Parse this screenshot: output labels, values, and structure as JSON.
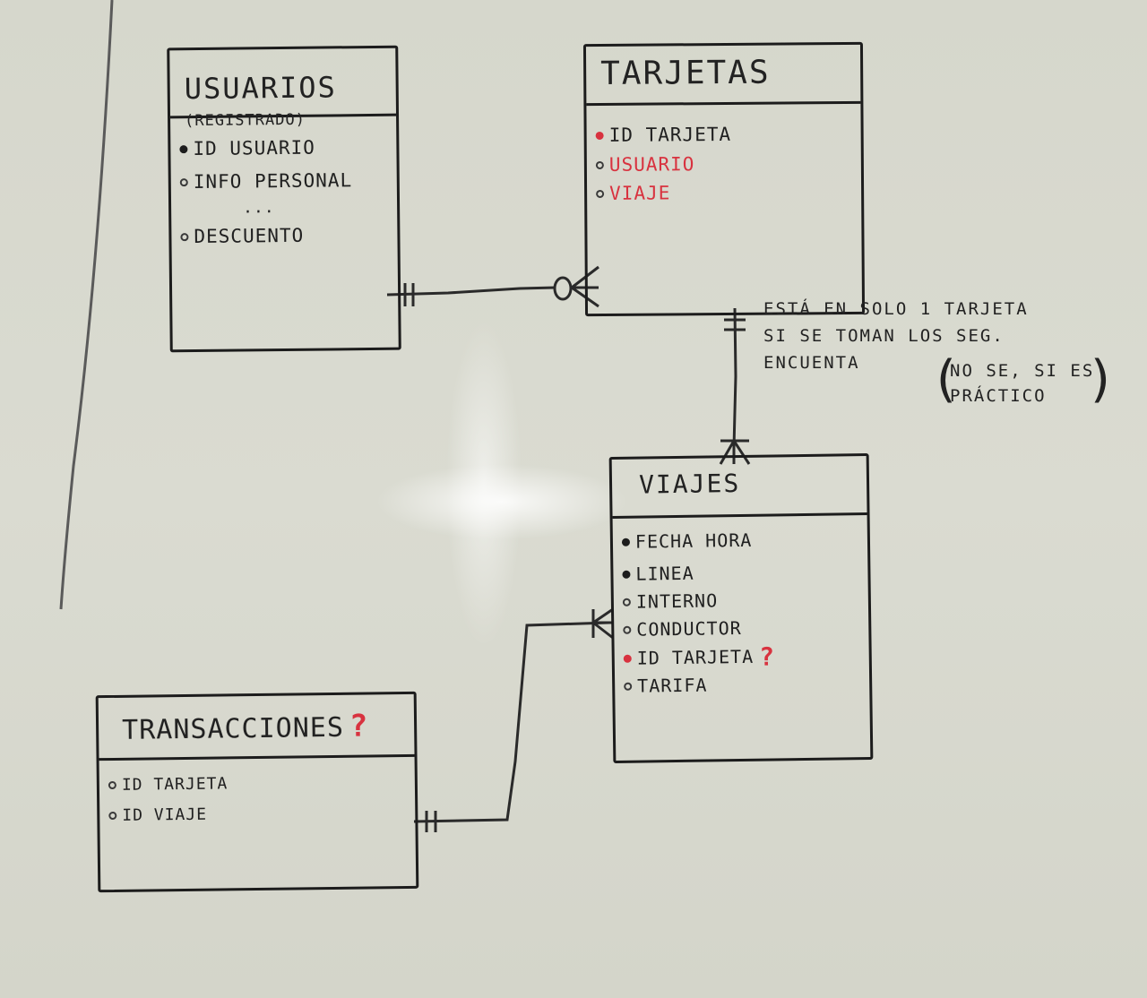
{
  "entities": {
    "usuarios": {
      "title": "USUARIOS",
      "subtitle": "(REGISTRADO)",
      "attrs": [
        {
          "label": "ID USUARIO",
          "key": "filled"
        },
        {
          "label": "INFO PERSONAL",
          "key": "hollow"
        },
        {
          "label": "...",
          "key": "none"
        },
        {
          "label": "DESCUENTO",
          "key": "hollow"
        }
      ]
    },
    "tarjetas": {
      "title": "TARJETAS",
      "attrs": [
        {
          "label": "ID TARJETA",
          "key": "filled-red"
        },
        {
          "label": "USUARIO",
          "key": "hollow",
          "color": "red"
        },
        {
          "label": "VIAJE",
          "key": "hollow",
          "color": "red"
        }
      ]
    },
    "viajes": {
      "title": "VIAJES",
      "attrs": [
        {
          "label": "FECHA HORA",
          "key": "filled"
        },
        {
          "label": "LINEA",
          "key": "filled"
        },
        {
          "label": "INTERNO",
          "key": "hollow"
        },
        {
          "label": "CONDUCTOR",
          "key": "hollow"
        },
        {
          "label": "ID TARJETA",
          "key": "filled-red",
          "mark": "?"
        },
        {
          "label": "TARIFA",
          "key": "hollow"
        }
      ]
    },
    "transacciones": {
      "title": "TRANSACCIONES",
      "title_mark": "?",
      "attrs": [
        {
          "label": "ID TARJETA",
          "key": "hollow"
        },
        {
          "label": "ID VIAJE",
          "key": "hollow"
        }
      ]
    }
  },
  "note": {
    "lines": [
      "ESTÁ EN SOLO 1 TARJETA",
      "SI SE TOMAN LOS SEG.",
      "ENCUENTA"
    ],
    "aside": [
      "NO SE, SI ES",
      "PRÁCTICO"
    ]
  },
  "colors": {
    "ink": "#1c1c1c",
    "red_marker": "#d8323f",
    "board": "#d8d9cf"
  }
}
